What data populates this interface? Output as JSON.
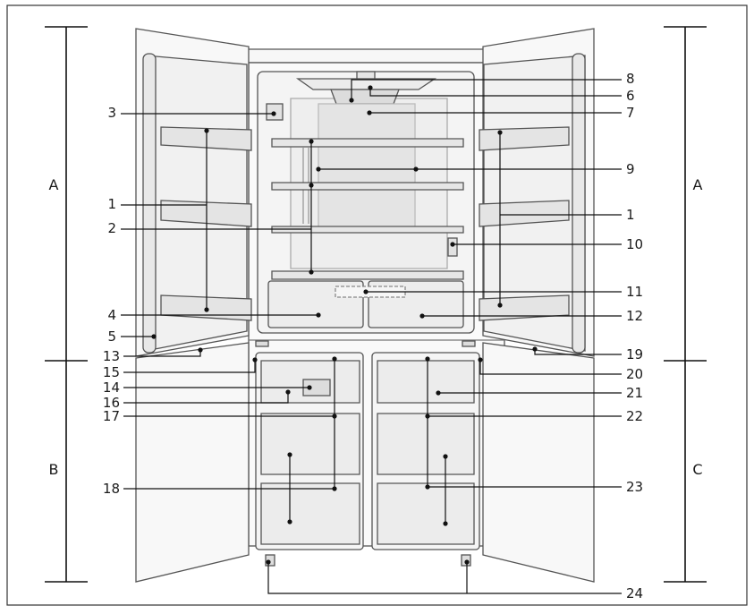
{
  "diagram": {
    "callouts": [
      {
        "id": "1-left",
        "label": "1"
      },
      {
        "id": "2",
        "label": "2"
      },
      {
        "id": "3",
        "label": "3"
      },
      {
        "id": "4",
        "label": "4"
      },
      {
        "id": "5",
        "label": "5"
      },
      {
        "id": "13",
        "label": "13"
      },
      {
        "id": "15",
        "label": "15"
      },
      {
        "id": "14",
        "label": "14"
      },
      {
        "id": "16",
        "label": "16"
      },
      {
        "id": "17",
        "label": "17"
      },
      {
        "id": "18",
        "label": "18"
      },
      {
        "id": "8",
        "label": "8"
      },
      {
        "id": "6",
        "label": "6"
      },
      {
        "id": "7",
        "label": "7"
      },
      {
        "id": "9",
        "label": "9"
      },
      {
        "id": "1-right",
        "label": "1"
      },
      {
        "id": "10",
        "label": "10"
      },
      {
        "id": "11",
        "label": "11"
      },
      {
        "id": "12",
        "label": "12"
      },
      {
        "id": "19",
        "label": "19"
      },
      {
        "id": "20",
        "label": "20"
      },
      {
        "id": "21",
        "label": "21"
      },
      {
        "id": "22",
        "label": "22"
      },
      {
        "id": "23",
        "label": "23"
      },
      {
        "id": "24",
        "label": "24"
      }
    ],
    "zones": [
      {
        "id": "A-left",
        "label": "A"
      },
      {
        "id": "B",
        "label": "B"
      },
      {
        "id": "A-right",
        "label": "A"
      },
      {
        "id": "C",
        "label": "C"
      }
    ]
  }
}
